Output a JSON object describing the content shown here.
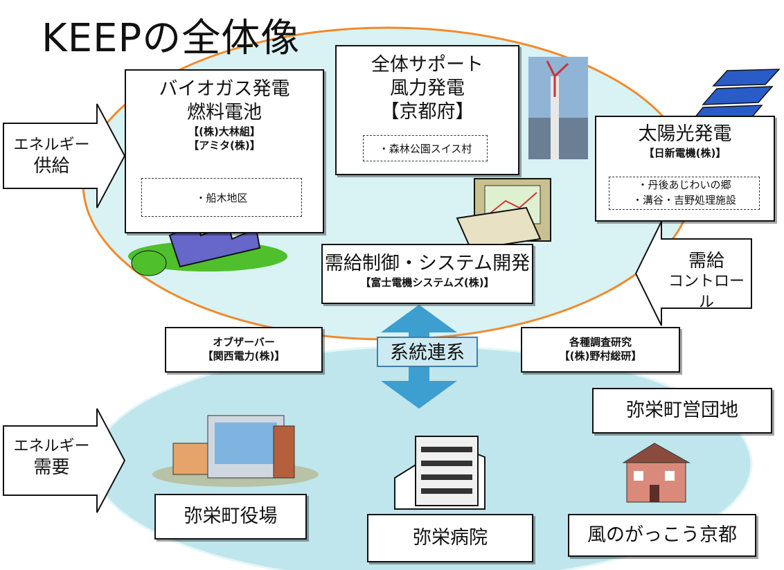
{
  "title": "KEEPの全体像",
  "supply_side": {
    "energy_supply_arrow": [
      "エネルギー",
      "供給"
    ],
    "biogas": {
      "lines": [
        "バイオガス発電",
        "燃料電池"
      ],
      "companies": [
        "【(株)大林組】",
        "【アミタ(株)】"
      ],
      "site": "・船木地区"
    },
    "wind": {
      "lines": [
        "全体サポート",
        "風力発電",
        "【京都府】"
      ],
      "site": "・森林公園スイス村"
    },
    "solar": {
      "line": "太陽光発電",
      "company": "【日新電機(株)】",
      "sites": [
        "・丹後あじわいの郷",
        "・溝谷・吉野処理施設"
      ]
    },
    "control_box": {
      "line": "需給制御・システム開発",
      "company": "【富士電機システムズ(株)】"
    },
    "control_arrow": [
      "需給",
      "コントロール"
    ]
  },
  "middle": {
    "observer": [
      "オブザーバー",
      "【関西電力(株)】"
    ],
    "grid": "系統連系",
    "research": [
      "各種調査研究",
      "【(株)野村総研】"
    ]
  },
  "demand_side": {
    "energy_demand_arrow": [
      "エネルギー",
      "需要"
    ],
    "housing": "弥栄町営団地",
    "town_office": "弥栄町役場",
    "hospital": "弥栄病院",
    "school": "風のがっこう京都"
  },
  "colors": {
    "upper_ellipse_fill": "#d9f2f4",
    "upper_ellipse_stroke": "#f08a2c",
    "lower_ellipse_fill": "#bfe6ec",
    "arrow_blue": "#3d9ed0",
    "grid_box_fill": "#cdeaf2"
  }
}
